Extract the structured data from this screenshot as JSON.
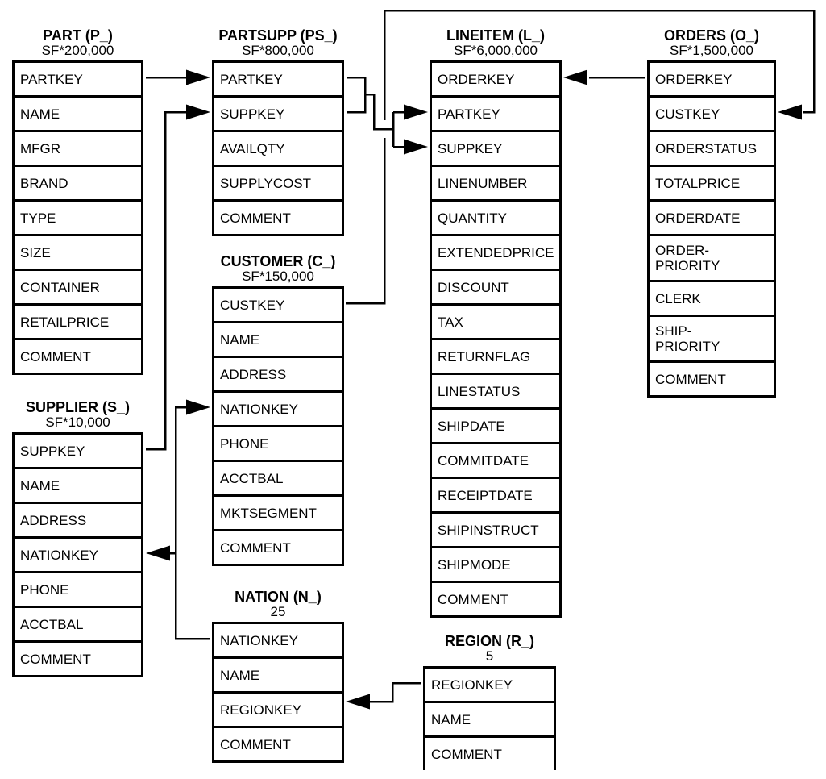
{
  "tables": [
    {
      "name": "PART",
      "title": "PART (P_)",
      "cardinality": "SF*200,000",
      "fields": [
        "PARTKEY",
        "NAME",
        "MFGR",
        "BRAND",
        "TYPE",
        "SIZE",
        "CONTAINER",
        "RETAILPRICE",
        "COMMENT"
      ]
    },
    {
      "name": "PARTSUPP",
      "title": "PARTSUPP (PS_)",
      "cardinality": "SF*800,000",
      "fields": [
        "PARTKEY",
        "SUPPKEY",
        "AVAILQTY",
        "SUPPLYCOST",
        "COMMENT"
      ]
    },
    {
      "name": "LINEITEM",
      "title": "LINEITEM (L_)",
      "cardinality": "SF*6,000,000",
      "fields": [
        "ORDERKEY",
        "PARTKEY",
        "SUPPKEY",
        "LINENUMBER",
        "QUANTITY",
        "EXTENDEDPRICE",
        "DISCOUNT",
        "TAX",
        "RETURNFLAG",
        "LINESTATUS",
        "SHIPDATE",
        "COMMITDATE",
        "RECEIPTDATE",
        "SHIPINSTRUCT",
        "SHIPMODE",
        "COMMENT"
      ]
    },
    {
      "name": "ORDERS",
      "title": "ORDERS (O_)",
      "cardinality": "SF*1,500,000",
      "fields": [
        "ORDERKEY",
        "CUSTKEY",
        "ORDERSTATUS",
        "TOTALPRICE",
        "ORDERDATE",
        "ORDER-\nPRIORITY",
        "CLERK",
        "SHIP-\nPRIORITY",
        "COMMENT"
      ]
    },
    {
      "name": "SUPPLIER",
      "title": "SUPPLIER (S_)",
      "cardinality": "SF*10,000",
      "fields": [
        "SUPPKEY",
        "NAME",
        "ADDRESS",
        "NATIONKEY",
        "PHONE",
        "ACCTBAL",
        "COMMENT"
      ]
    },
    {
      "name": "CUSTOMER",
      "title": "CUSTOMER (C_)",
      "cardinality": "SF*150,000",
      "fields": [
        "CUSTKEY",
        "NAME",
        "ADDRESS",
        "NATIONKEY",
        "PHONE",
        "ACCTBAL",
        "MKTSEGMENT",
        "COMMENT"
      ]
    },
    {
      "name": "NATION",
      "title": "NATION (N_)",
      "cardinality": "25",
      "fields": [
        "NATIONKEY",
        "NAME",
        "REGIONKEY",
        "COMMENT"
      ]
    },
    {
      "name": "REGION",
      "title": "REGION (R_)",
      "cardinality": "5",
      "fields": [
        "REGIONKEY",
        "NAME",
        "COMMENT"
      ]
    }
  ],
  "relationships": [
    {
      "arrow_from": "PART.PARTKEY",
      "arrow_to": "PARTSUPP.PARTKEY"
    },
    {
      "arrow_from": "SUPPLIER.SUPPKEY",
      "arrow_to": "PARTSUPP.SUPPKEY"
    },
    {
      "arrow_from": "PARTSUPP.PARTKEY",
      "arrow_to": "LINEITEM.PARTKEY"
    },
    {
      "arrow_from": "PARTSUPP.SUPPKEY",
      "arrow_to": "LINEITEM.SUPPKEY"
    },
    {
      "arrow_from": "ORDERS.ORDERKEY",
      "arrow_to": "LINEITEM.ORDERKEY"
    },
    {
      "arrow_from": "CUSTOMER.CUSTKEY",
      "arrow_to": "ORDERS.CUSTKEY"
    },
    {
      "arrow_from": "NATION.NATIONKEY",
      "arrow_to": "CUSTOMER.NATIONKEY"
    },
    {
      "arrow_from": "NATION.NATIONKEY",
      "arrow_to": "SUPPLIER.NATIONKEY"
    },
    {
      "arrow_from": "REGION.REGIONKEY",
      "arrow_to": "NATION.REGIONKEY"
    }
  ],
  "colors": {
    "line": "#000000",
    "text": "#000000",
    "background": "#ffffff"
  }
}
